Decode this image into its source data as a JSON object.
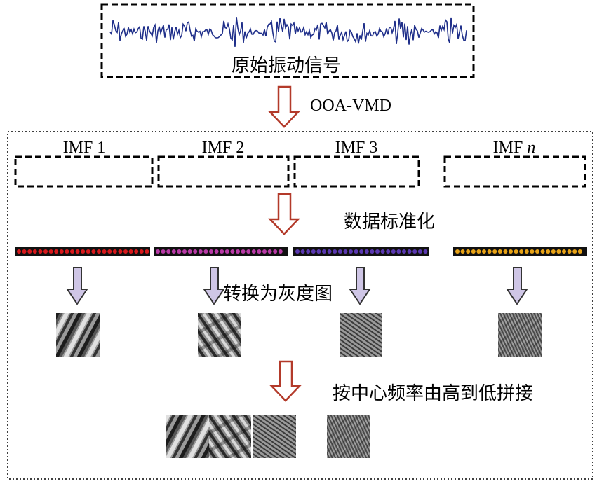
{
  "signal_label": "原始振动信号",
  "method_label": "OOA-VMD",
  "imfs": [
    {
      "label": "IMF 1",
      "dot_color": "#d7191c"
    },
    {
      "label": "IMF 2",
      "dot_color": "#b83aa6"
    },
    {
      "label": "IMF 3",
      "dot_color": "#5a38b0"
    },
    {
      "label_prefix": "IMF ",
      "label_italic": "n",
      "dot_color": "#e8a317"
    }
  ],
  "step1_label": "数据标准化",
  "step2_label": "转换为灰度图",
  "step3_label": "按中心频率由高到低拼接",
  "colors": {
    "hollow_arrow": "#b33a2a",
    "down_arrow_fill": "#cfc6e6",
    "down_arrow_stroke": "#333333",
    "signal_line": "#1f2f8a"
  }
}
